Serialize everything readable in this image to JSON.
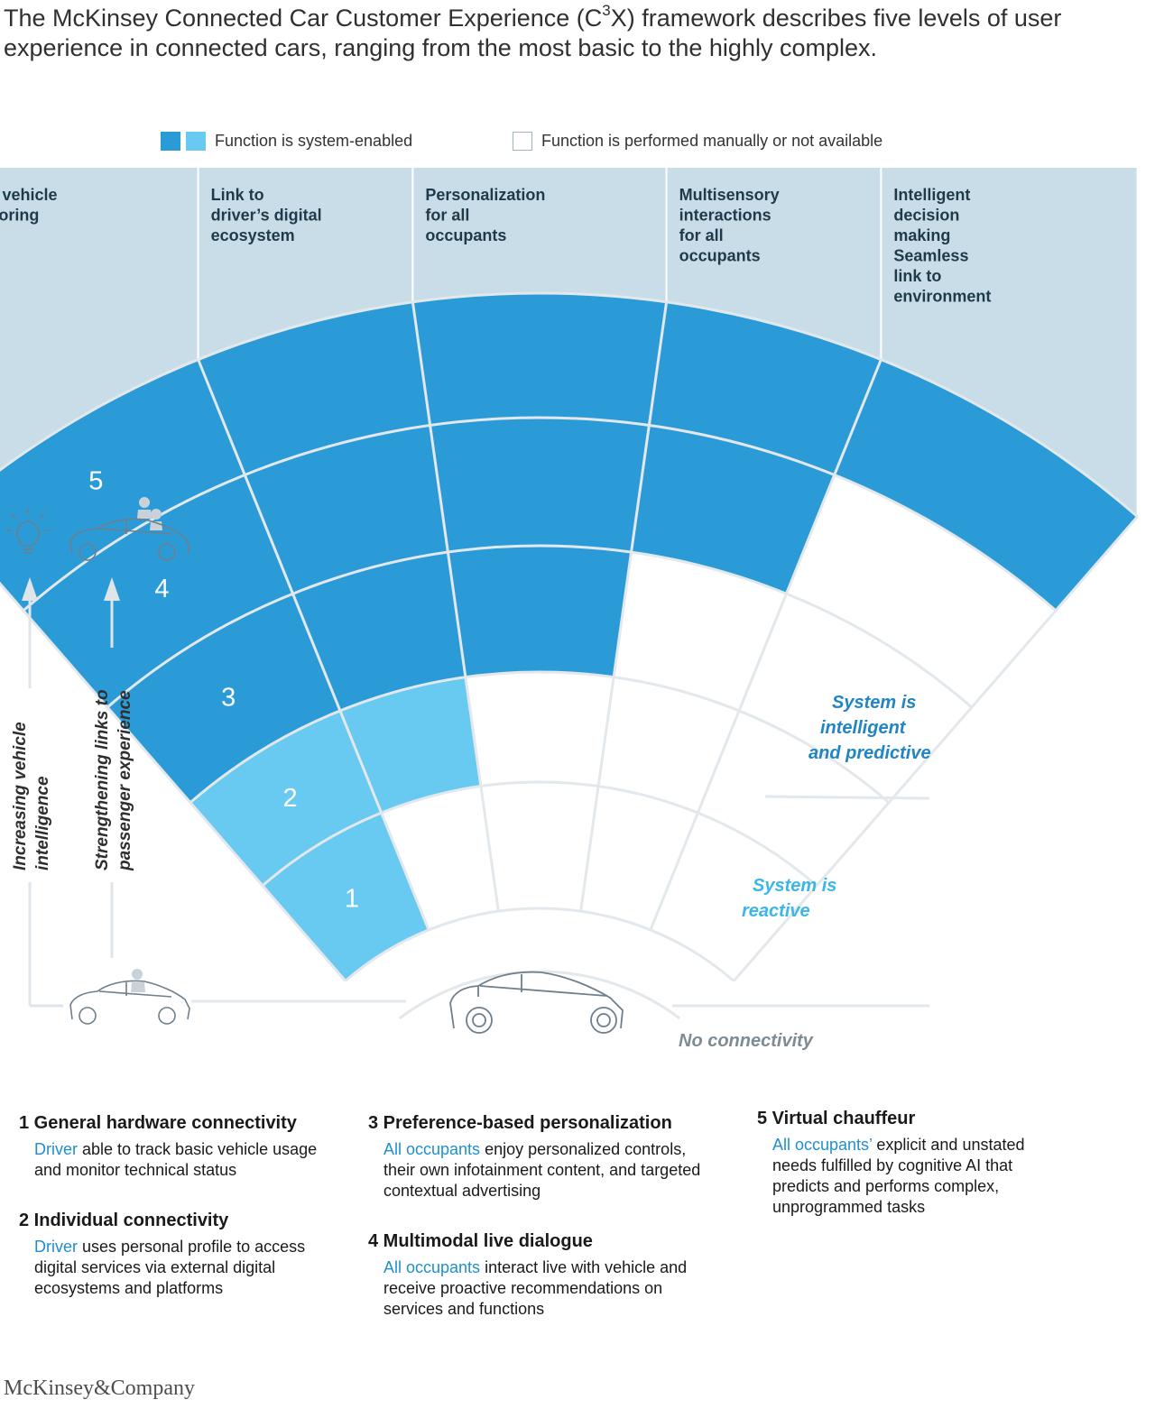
{
  "title": {
    "before_sup": "The McKinsey Connected Car Customer Experience (C",
    "sup": "3",
    "after_sup": "X) framework describes five levels of user experience in connected cars, ranging from the most basic to the highly complex."
  },
  "legend": {
    "enabled_label": "Function is system-enabled",
    "manual_label": "Function is performed manually or not available",
    "colors": {
      "dark": "#2b9bd8",
      "light": "#68c9f1",
      "header": "#c8dde7",
      "line": "#e3e8ec"
    }
  },
  "columns": [
    {
      "lines": [
        "Basic vehicle",
        "monitoring"
      ]
    },
    {
      "lines": [
        "Link to",
        "driver’s digital",
        "ecosystem"
      ]
    },
    {
      "lines": [
        "Personalization",
        "for all",
        "occupants"
      ]
    },
    {
      "lines": [
        "Multisensory",
        "interactions",
        "for all",
        "occupants"
      ]
    },
    {
      "lines": [
        "Intelligent",
        "decision",
        "making",
        "",
        "Seamless",
        "link to",
        "environment"
      ]
    }
  ],
  "levels": [
    {
      "number": "1",
      "filled_columns": 1,
      "shade": "light"
    },
    {
      "number": "2",
      "filled_columns": 2,
      "shade": "light"
    },
    {
      "number": "3",
      "filled_columns": 3,
      "shade": "dark"
    },
    {
      "number": "4",
      "filled_columns": 4,
      "shade": "dark"
    },
    {
      "number": "5",
      "filled_columns": 5,
      "shade": "dark"
    }
  ],
  "annotations": {
    "intelligent": [
      "System is",
      "intelligent",
      "and predictive"
    ],
    "reactive": [
      "System is",
      "reactive"
    ],
    "no_connectivity": "No connectivity"
  },
  "axes": {
    "vehicle_intelligence": [
      "Increasing vehicle",
      "intelligence"
    ],
    "passenger_links": [
      "Strengthening links to",
      "passenger experience"
    ]
  },
  "icons": [
    "lightbulb-icon",
    "car-with-passengers-icon",
    "car-with-driver-icon",
    "car-icon"
  ],
  "descriptions": [
    {
      "heading": "1 General hardware connectivity",
      "highlight": "Driver",
      "rest": " able to track basic vehicle usage and monitor technical status"
    },
    {
      "heading": "2 Individual connectivity",
      "highlight": "Driver",
      "rest": " uses personal profile to access digital services via external digital ecosystems and platforms"
    },
    {
      "heading": "3 Preference-based personalization",
      "highlight": "All occupants",
      "rest": " enjoy personalized controls, their own infotainment content, and targeted contextual advertising"
    },
    {
      "heading": "4 Multimodal live dialogue",
      "highlight": "All occupants",
      "rest": " interact live with vehicle and receive proactive recommendations on services and functions"
    },
    {
      "heading": "5 Virtual chauffeur",
      "highlight": "All occupants’",
      "rest": " explicit and unstated needs fulfilled by cognitive AI that predicts and performs complex, unprogrammed tasks"
    }
  ],
  "footer": {
    "logo": "McKinsey&Company"
  }
}
